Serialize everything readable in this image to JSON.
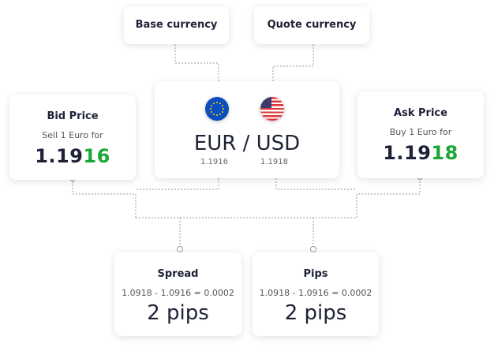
{
  "base": {
    "label": "Base currency"
  },
  "quote": {
    "label": "Quote currency"
  },
  "pair": {
    "label": "EUR / USD",
    "bid": "1.1916",
    "ask": "1.1918",
    "base_flag": "eu-flag-icon",
    "quote_flag": "us-flag-icon"
  },
  "bid": {
    "title": "Bid Price",
    "sub": "Sell 1 Euro for",
    "price_main": "1.19",
    "price_pips": "16"
  },
  "ask": {
    "title": "Ask Price",
    "sub": "Buy 1 Euro for",
    "price_main": "1.19",
    "price_pips": "18"
  },
  "spread": {
    "title": "Spread",
    "formula": "1.0918 - 1.0916 = 0.0002",
    "value": "2 pips"
  },
  "pips": {
    "title": "Pips",
    "formula": "1.0918 - 1.0916 = 0.0002",
    "value": "2 pips"
  },
  "colors": {
    "pip_highlight": "#1aa834",
    "line": "#999999"
  }
}
